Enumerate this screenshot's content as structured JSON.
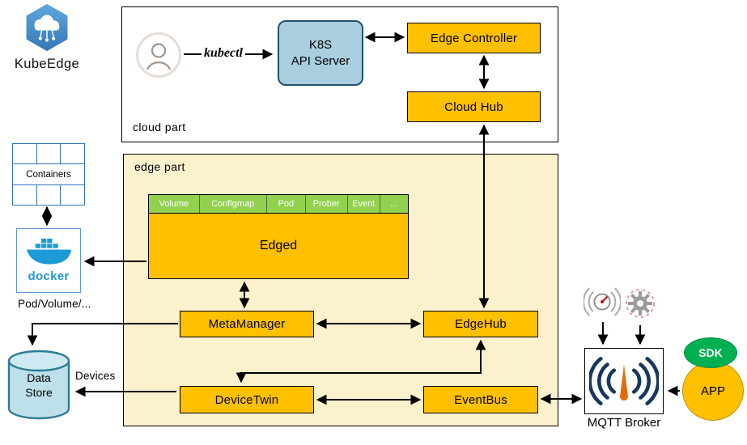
{
  "colors": {
    "orange": "#FFC000",
    "tab-green": "#92D050",
    "edge-bg": "#FCF1CD",
    "k8s-blue": "#A9CEDE",
    "k8s-border": "#23506B",
    "sdk-green": "#00B050",
    "cyl-fill": "#BDE0EA",
    "cyl-stroke": "#2E7B94",
    "docker-blue": "#1D9BD7",
    "grid-blue": "#2E75B6",
    "mqtt-blue": "#17375E",
    "mqtt-orange": "#E36C09"
  },
  "logo": {
    "title": "KubeEdge"
  },
  "cloud_part": {
    "label": "cloud part",
    "kubectl_label": "kubectl",
    "api_server_lines": [
      "K8S",
      "API Server"
    ],
    "edge_controller": "Edge Controller",
    "cloud_hub": "Cloud Hub"
  },
  "edge_part": {
    "label": "edge part",
    "edged_label": "Edged",
    "edged_tabs": [
      "Volume",
      "Configmap",
      "Pod",
      "Prober",
      "Event",
      "..."
    ],
    "meta_manager": "MetaManager",
    "edge_hub": "EdgeHub",
    "device_twin": "DeviceTwin",
    "event_bus": "EventBus"
  },
  "left_column": {
    "containers": "Containers",
    "docker": "docker",
    "pod_volume_label": "Pod/Volume/...",
    "data_store_lines": [
      "Data",
      "Store"
    ],
    "devices_label": "Devices"
  },
  "right_column": {
    "mqtt_broker": "MQTT Broker",
    "sdk": "SDK",
    "app": "APP"
  }
}
